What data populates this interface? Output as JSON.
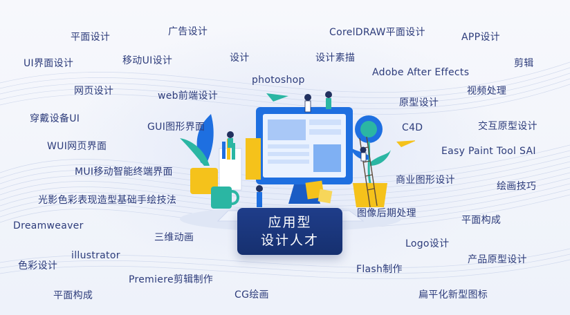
{
  "badge": {
    "line1": "应用型",
    "line2": "设计人才"
  },
  "tags": [
    {
      "text": "平面设计"
    },
    {
      "text": "广告设计"
    },
    {
      "text": "CorelDRAW平面设计"
    },
    {
      "text": "APP设计"
    },
    {
      "text": "UI界面设计"
    },
    {
      "text": "移动UI设计"
    },
    {
      "text": "设计"
    },
    {
      "text": "设计素描"
    },
    {
      "text": "剪辑"
    },
    {
      "text": "photoshop"
    },
    {
      "text": "Adobe After Effects"
    },
    {
      "text": "网页设计"
    },
    {
      "text": "web前端设计"
    },
    {
      "text": "视频处理"
    },
    {
      "text": "原型设计"
    },
    {
      "text": "穿戴设备UI"
    },
    {
      "text": "GUI图形界面"
    },
    {
      "text": "C4D"
    },
    {
      "text": "交互原型设计"
    },
    {
      "text": "WUI网页界面"
    },
    {
      "text": "Easy Paint Tool SAI"
    },
    {
      "text": "MUI移动智能终端界面"
    },
    {
      "text": "商业图形设计"
    },
    {
      "text": "绘画技巧"
    },
    {
      "text": "光影色彩表现造型基础手绘技法"
    },
    {
      "text": "图像后期处理"
    },
    {
      "text": "平面构成"
    },
    {
      "text": "Dreamweaver"
    },
    {
      "text": "三维动画"
    },
    {
      "text": "Logo设计"
    },
    {
      "text": "illustrator"
    },
    {
      "text": "产品原型设计"
    },
    {
      "text": "色彩设计"
    },
    {
      "text": "Flash制作"
    },
    {
      "text": "Premiere剪辑制作"
    },
    {
      "text": "平面构成"
    },
    {
      "text": "CG绘画"
    },
    {
      "text": "扁平化新型图标"
    }
  ],
  "colors": {
    "tag_text": "#2c3b7a",
    "badge_bg": "#1f3d8a",
    "accent_blue": "#1e6fe0",
    "accent_yellow": "#f5c21b",
    "accent_green": "#2bb6a3"
  }
}
